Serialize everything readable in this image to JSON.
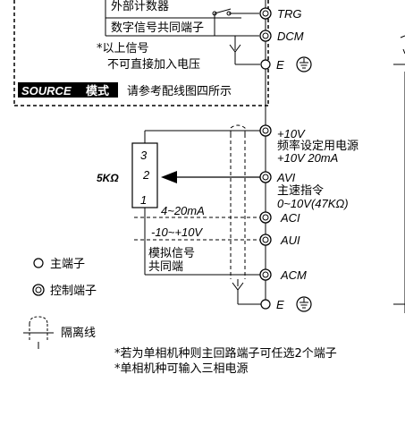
{
  "top_box": {
    "ext_counter": "外部计数器",
    "digital_common": "数字信号共同端子",
    "note_line1": "*以上信号",
    "note_line2": "不可直接加入电压",
    "source_label": "SOURCE",
    "mode_label": "模式",
    "source_note": "请参考配线图四所示"
  },
  "terminals": {
    "trg": "TRG",
    "dcm": "DCM",
    "e": "E",
    "plus10v": "+10V",
    "plus10v_desc1": "频率设定用电源",
    "plus10v_desc2": "+10V 20mA",
    "avi": "AVI",
    "avi_desc1": "主速指令",
    "avi_desc2": "0~10V(47KΩ)",
    "aci": "ACI",
    "aui": "AUI",
    "acm": "ACM",
    "e2": "E"
  },
  "pot": {
    "value": "5KΩ",
    "pin3": "3",
    "pin2": "2",
    "pin1": "1"
  },
  "signals": {
    "current": "4~20mA",
    "voltage": "-10~+10V",
    "analog_common1": "模拟信号",
    "analog_common2": "共同端"
  },
  "legend": {
    "main_terminal": "主端子",
    "control_terminal": "控制端子",
    "isolation": "隔离线"
  },
  "footnotes": {
    "note1": "*若为单相机种则主回路端子可任选2个端子",
    "note2": "*单相机种可输入三相电源"
  }
}
